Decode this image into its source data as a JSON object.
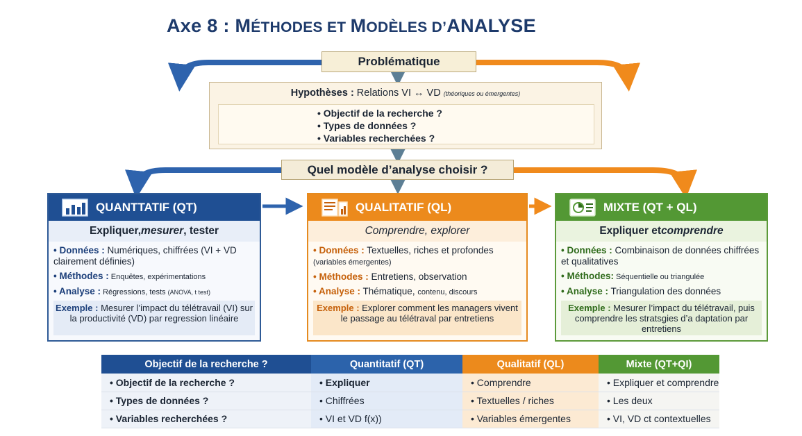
{
  "title": {
    "prefix": "Axe 8 : ",
    "part1_big": "M",
    "part1_small": "ÉTHODES ET ",
    "part2_big": "M",
    "part2_small": "ODÈLES D’",
    "part3": "ANALYSE"
  },
  "problematique": "Problématique",
  "hypotheses": {
    "label": "Hypothèses :",
    "relation": " Relations VI ↔ VD ",
    "note": "(théoriques ou émergentes)",
    "items": [
      "Objectif de la recherche ?",
      "Types de données ?",
      "Variables recherchées ?"
    ]
  },
  "choose_model": "Quel modèle d’analyse choisir ?",
  "cards": {
    "qt": {
      "title": "QUANTTATIF (QT)",
      "subtitle_1": "Expliquer, ",
      "subtitle_2": "mesurer",
      "subtitle_3": ", tester",
      "donnees_key": "• Données :",
      "donnees_val": " Numériques, chiffrées (VI + VD clairement définies)",
      "methodes_key": "• Méthodes :",
      "methodes_val": " Enquêtes, expérimentations",
      "analyse_key": "• Analyse :",
      "analyse_val": " Régressions, tests ",
      "analyse_small": "(ANOVA, t test)",
      "exemple_key": "Exemple :",
      "exemple_val": " Mesurer l’impact du télétravail (VI) sur la productivité (VD) par regression linéaire"
    },
    "ql": {
      "title": "QUALITATIF (QL)",
      "subtitle": "Comprendre, explorer",
      "donnees_key": "• Données :",
      "donnees_val": " Textuelles, riches et profondes ",
      "donnees_small": "(variables émergentes)",
      "methodes_key": "• Méthodes :",
      "methodes_val": " Entretiens, observation",
      "analyse_key": "• Analyse :",
      "analyse_val": " Thématique, ",
      "analyse_small": "contenu, discours",
      "exemple_key": "Exemple :",
      "exemple_val": " Explorer comment les managers vivent le passage au télétraval par entretiens"
    },
    "mx": {
      "title": "MIXTE (QT + QL)",
      "subtitle_1": "Expliquer et ",
      "subtitle_2": "comprendre",
      "donnees_key": "• Données :",
      "donnees_val": " Combinaison de données chiffrées et qualitatives",
      "methodes_key": "• Méthodes:",
      "methodes_val": " Séquentielle ou triangulée",
      "analyse_key": "• Analyse :",
      "analyse_val": " Triangulation des données",
      "exemple_key": "Exemple :",
      "exemple_val": " Mesurer l’impact du télétravail, puis comprendre les stratsgies d’a daptation par entretiens"
    }
  },
  "table": {
    "headers": [
      "Objectif de la recherche ?",
      "Quantitatif (QT)",
      "Qualitatif (QL)",
      "Mixte (QT+QI)"
    ],
    "rows": [
      [
        "Objectif de la recherche ?",
        "Expliquer",
        "Comprendre",
        "Expliquer et comprendre"
      ],
      [
        "Types de données ?",
        "Chiffrées",
        "Textuelles / riches",
        "Les deux"
      ],
      [
        "Variables recherchées ?",
        "VI et VD f(x))",
        "Variables émergentes",
        "VI, VD ct contextuelles"
      ]
    ]
  },
  "colors": {
    "blue": "#1f4f93",
    "orange": "#ec8a1c",
    "green": "#539834",
    "beige": "#f7efd7"
  },
  "icons": [
    "bar-chart-icon",
    "documents-icon",
    "screen-chart-icon",
    "arrow-left-icon",
    "arrow-right-icon",
    "arrow-down-icon"
  ]
}
